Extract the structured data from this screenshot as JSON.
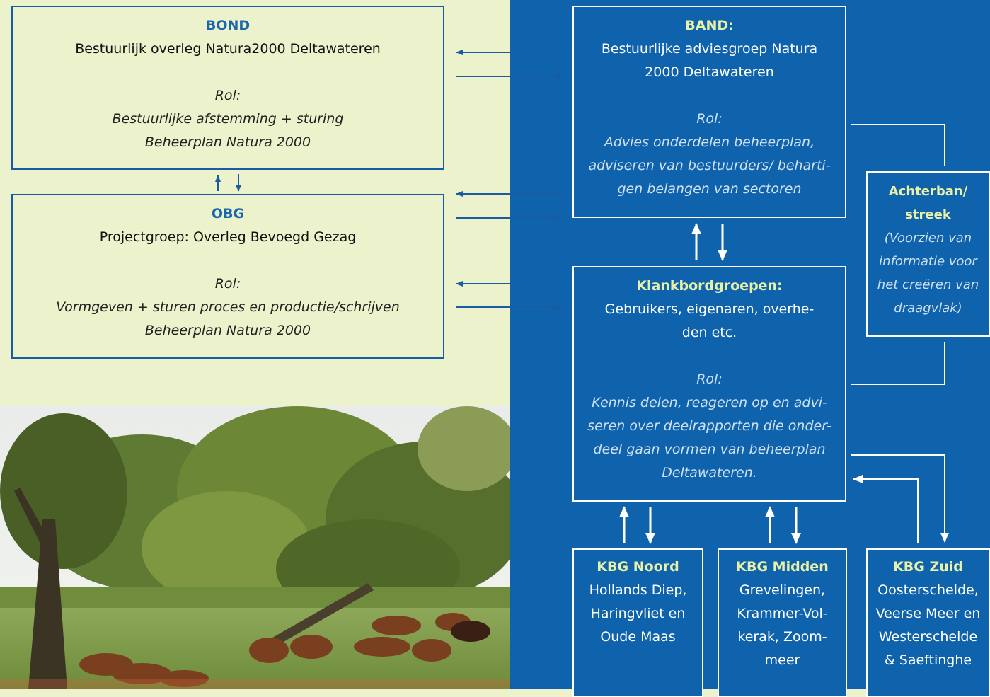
{
  "bond": {
    "title": "BOND",
    "name": "Bestuurlijk overleg Natura2000  Deltawateren",
    "rol_label": "Rol:",
    "rol_lines": [
      "Bestuurlijke afstemming + sturing",
      "Beheerplan Natura 2000"
    ]
  },
  "obg": {
    "title": "OBG",
    "name": "Projectgroep: Overleg Bevoegd Gezag",
    "rol_label": "Rol:",
    "rol_lines": [
      "Vormgeven + sturen proces en productie/schrijven",
      "Beheerplan Natura 2000"
    ]
  },
  "band": {
    "title": "BAND:",
    "name_lines": [
      "Bestuurlijke adviesgroep Natura",
      "2000 Deltawateren"
    ],
    "rol_label": "Rol:",
    "rol_lines": [
      "Advies onderdelen beheerplan,",
      "adviseren van bestuurders/ beharti-",
      "gen belangen van sectoren"
    ]
  },
  "klankbord": {
    "title": "Klankbordgroepen:",
    "name_lines": [
      "Gebruikers, eigenaren, overhe-",
      "den etc."
    ],
    "rol_label": "Rol:",
    "rol_lines": [
      "Kennis delen,   reageren op en advi-",
      "seren over deelrapporten die onder-",
      "deel gaan vormen van beheerplan",
      "Deltawateren."
    ]
  },
  "achterban": {
    "title_lines": [
      "Achterban/",
      "streek"
    ],
    "desc_lines": [
      "(Voorzien van",
      "informatie voor",
      "het creëren van",
      "draagvlak)"
    ]
  },
  "kbg_noord": {
    "title": "KBG Noord",
    "lines": [
      "Hollands Diep,",
      "Haringvliet en",
      "Oude Maas"
    ]
  },
  "kbg_midden": {
    "title": "KBG Midden",
    "lines": [
      "Grevelingen,",
      "Krammer-Vol-",
      "kerak, Zoom-",
      "meer"
    ]
  },
  "kbg_zuid": {
    "title": "KBG Zuid",
    "lines": [
      "Oosterschelde,",
      "Veerse Meer en",
      "Westerschelde",
      "& Saeftinghe"
    ]
  },
  "colors": {
    "left_background": "#ecf2cc",
    "right_background": "#0f63ad",
    "title_blue": "#1a67b0",
    "title_green": "#e9f0a8",
    "arrow_blue": "#1a5ca4",
    "arrow_white": "#ffffff"
  },
  "photo": {
    "icon": "landscape-photo-highland-cattle"
  }
}
